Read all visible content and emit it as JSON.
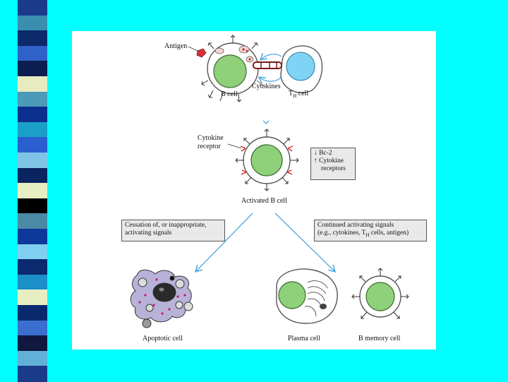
{
  "labels": {
    "antigen": "Antigen",
    "b_cell": "B cell",
    "cytokines": "Cytokines",
    "th_cell_main": "T",
    "th_cell_sub": "H",
    "th_cell_suffix": " cell",
    "cytokine_receptor_line1": "Cytokine",
    "cytokine_receptor_line2": "receptor",
    "activated_b_cell": "Activated B cell",
    "apoptotic_cell": "Apoptotic cell",
    "plasma_cell": "Plasma cell",
    "b_memory_cell": "B memory cell"
  },
  "bcl_box": {
    "line1": "↓ Bc-2",
    "line2": "↑ Cytokine",
    "line3": "receptors"
  },
  "left_box": {
    "line1": "Cessation of, or inappropriate,",
    "line2": "activating signals"
  },
  "right_box": {
    "line1": "Continued activating signals",
    "line2_pre": "(e.g., cytokines, T",
    "line2_sub": "H",
    "line2_post": " cells, antigen)"
  },
  "colors": {
    "background": "#00FFFF",
    "nucleus_green": "#8FD07A",
    "th_blue": "#7FD3F5",
    "arrow_blue": "#4FA8E0",
    "receptor_red": "#D42A2A",
    "apoptotic_purple": "#B9B2D8"
  }
}
